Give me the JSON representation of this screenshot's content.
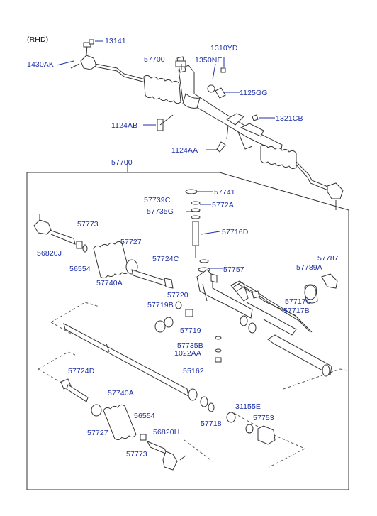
{
  "diagram": {
    "variant_note": "(RHD)",
    "accent_color": "#1c2fa6",
    "line_color": "#333333",
    "part_labels": {
      "p13141": "13141",
      "p1430AK": "1430AK",
      "p57700_top": "57700",
      "p1310YD": "1310YD",
      "p1350NE": "1350NE",
      "p1125GG": "1125GG",
      "p1321CB": "1321CB",
      "p1124AB": "1124AB",
      "p1124AA": "1124AA",
      "p57700_box": "57700",
      "p57741": "57741",
      "p57739C": "57739C",
      "p5772A": "5772A",
      "p57735G": "57735G",
      "p57773_l": "57773",
      "p57716D": "57716D",
      "p56820J": "56820J",
      "p57727_l": "57727",
      "p56554_l": "56554",
      "p57724C": "57724C",
      "p57787": "57787",
      "p57757": "57757",
      "p57789A": "57789A",
      "p57740A_l": "57740A",
      "p57720": "57720",
      "p57717C": "57717C",
      "p57719B": "57719B",
      "p57717B": "57717B",
      "p57719": "57719",
      "p57735B": "57735B",
      "p1022AA": "1022AA",
      "p57724D": "57724D",
      "p55162": "55162",
      "p57740A_b": "57740A",
      "p31155E": "31155E",
      "p56554_b": "56554",
      "p57753": "57753",
      "p57718": "57718",
      "p57727_b": "57727",
      "p56820H": "56820H",
      "p57773_b": "57773"
    }
  }
}
